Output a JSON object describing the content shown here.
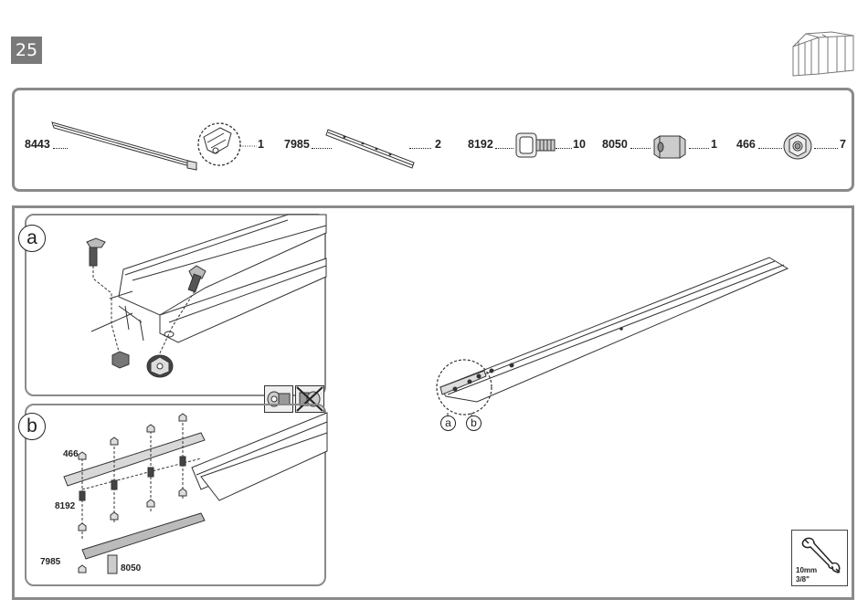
{
  "step": {
    "number": "25"
  },
  "parts": [
    {
      "code": "8443",
      "qty": "1"
    },
    {
      "code": "7985",
      "qty": "2"
    },
    {
      "code": "8192",
      "qty": "10"
    },
    {
      "code": "8050",
      "qty": "1"
    },
    {
      "code": "466",
      "qty": "7"
    }
  ],
  "details": {
    "a": {
      "label": "a"
    },
    "b": {
      "label": "b",
      "labels": {
        "nut": "466",
        "bolt": "8192",
        "bar": "7985",
        "coupler": "8050"
      }
    }
  },
  "main_view": {
    "callouts": [
      "a",
      "b"
    ]
  },
  "tool": {
    "size": "10mm",
    "size_imperial": "3/8\""
  }
}
